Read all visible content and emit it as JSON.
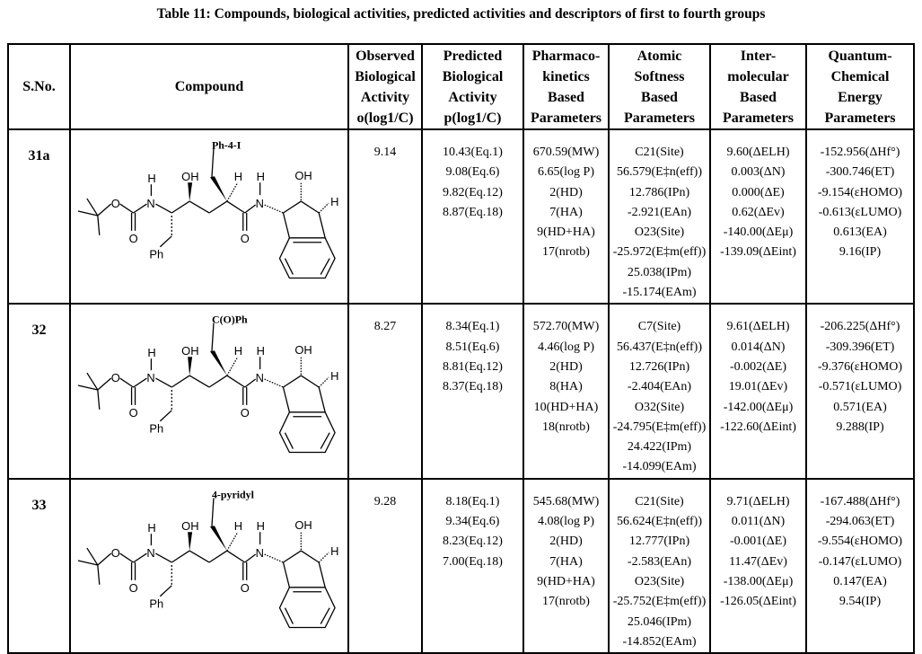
{
  "title": "Table 11: Compounds, biological activities, predicted activities and descriptors of first to fourth groups",
  "headers": [
    "S.No.",
    "Compound",
    "Observed Biological Activity o(log1/C)",
    "Predicted Biological Activity p(log1/C)",
    "Pharmaco-kinetics Based Parameters",
    "Atomic Softness Based Parameters",
    "Inter-molecular Based Parameters",
    "Quantum-Chemical Energy Parameters"
  ],
  "header_lines": [
    [
      "S.No."
    ],
    [
      "Compound"
    ],
    [
      "Observed",
      "Biological",
      "Activity",
      "o(log1/C)"
    ],
    [
      "Predicted",
      "Biological",
      "Activity",
      "p(log1/C)"
    ],
    [
      "Pharmaco-",
      "kinetics",
      "Based",
      "Parameters"
    ],
    [
      "Atomic",
      "Softness",
      "Based",
      "Parameters"
    ],
    [
      "Inter-",
      "molecular",
      "Based",
      "Parameters"
    ],
    [
      "Quantum-",
      "Chemical",
      "Energy",
      "Parameters"
    ]
  ],
  "molecule_labels": {
    "oh": "OH",
    "h": "H",
    "n": "N",
    "o": "O",
    "ph": "Ph"
  },
  "rows": [
    {
      "sno": "31a",
      "substituent": "Ph-4-I",
      "observed": "9.14",
      "predicted": [
        "10.43(Eq.1)",
        "9.08(Eq.6)",
        "9.82(Eq.12)",
        "8.87(Eq.18)"
      ],
      "pharmacokinetics": [
        "670.59(MW)",
        "6.65(log P)",
        "2(HD)",
        "7(HA)",
        "9(HD+HA)",
        "17(nrotb)"
      ],
      "atomic_softness": [
        "C21(Site)",
        "56.579(E‡n(eff))",
        "12.786(IPn)",
        "-2.921(EAn)",
        "O23(Site)",
        "-25.972(E‡m(eff))",
        "25.038(IPm)",
        "-15.174(EAm)"
      ],
      "intermolecular": [
        "9.60(ΔELH)",
        "0.003(ΔN)",
        "0.000(ΔE)",
        "0.62(ΔEv)",
        "-140.00(ΔEμ)",
        "-139.09(ΔEint)"
      ],
      "quantum": [
        "-152.956(ΔHf°)",
        "-300.746(ET)",
        "-9.154(εHOMO)",
        "-0.613(εLUMO)",
        "0.613(EA)",
        "9.16(IP)"
      ]
    },
    {
      "sno": "32",
      "substituent": "C(O)Ph",
      "observed": "8.27",
      "predicted": [
        "8.34(Eq.1)",
        "8.51(Eq.6)",
        "8.81(Eq.12)",
        "8.37(Eq.18)"
      ],
      "pharmacokinetics": [
        "572.70(MW)",
        "4.46(log P)",
        "2(HD)",
        "8(HA)",
        "10(HD+HA)",
        "18(nrotb)"
      ],
      "atomic_softness": [
        "C7(Site)",
        "56.437(E‡n(eff))",
        "12.726(IPn)",
        "-2.404(EAn)",
        "O32(Site)",
        "-24.795(E‡m(eff))",
        "24.422(IPm)",
        "-14.099(EAm)"
      ],
      "intermolecular": [
        "9.61(ΔELH)",
        "0.014(ΔN)",
        "-0.002(ΔE)",
        "19.01(ΔEv)",
        "-142.00(ΔEμ)",
        "-122.60(ΔEint)"
      ],
      "quantum": [
        "-206.225(ΔHf°)",
        "-309.396(ET)",
        "-9.376(εHOMO)",
        "-0.571(εLUMO)",
        "0.571(EA)",
        "9.288(IP)"
      ]
    },
    {
      "sno": "33",
      "substituent": "4-pyridyl",
      "observed": "9.28",
      "predicted": [
        "8.18(Eq.1)",
        "9.34(Eq.6)",
        "8.23(Eq.12)",
        "7.00(Eq.18)"
      ],
      "pharmacokinetics": [
        "545.68(MW)",
        "4.08(log P)",
        "2(HD)",
        "7(HA)",
        "9(HD+HA)",
        "17(nrotb)"
      ],
      "atomic_softness": [
        "C21(Site)",
        "56.624(E‡n(eff))",
        "12.777(IPn)",
        "-2.583(EAn)",
        "O23(Site)",
        "-25.752(E‡m(eff))",
        "25.046(IPm)",
        "-14.852(EAm)"
      ],
      "intermolecular": [
        "9.71(ΔELH)",
        "0.011(ΔN)",
        "-0.001(ΔE)",
        "11.47(ΔEv)",
        "-138.00(ΔEμ)",
        "-126.05(ΔEint)"
      ],
      "quantum": [
        "-167.488(ΔHf°)",
        "-294.063(ET)",
        "-9.554(εHOMO)",
        "-0.147(εLUMO)",
        "0.147(EA)",
        "9.54(IP)"
      ]
    }
  ]
}
